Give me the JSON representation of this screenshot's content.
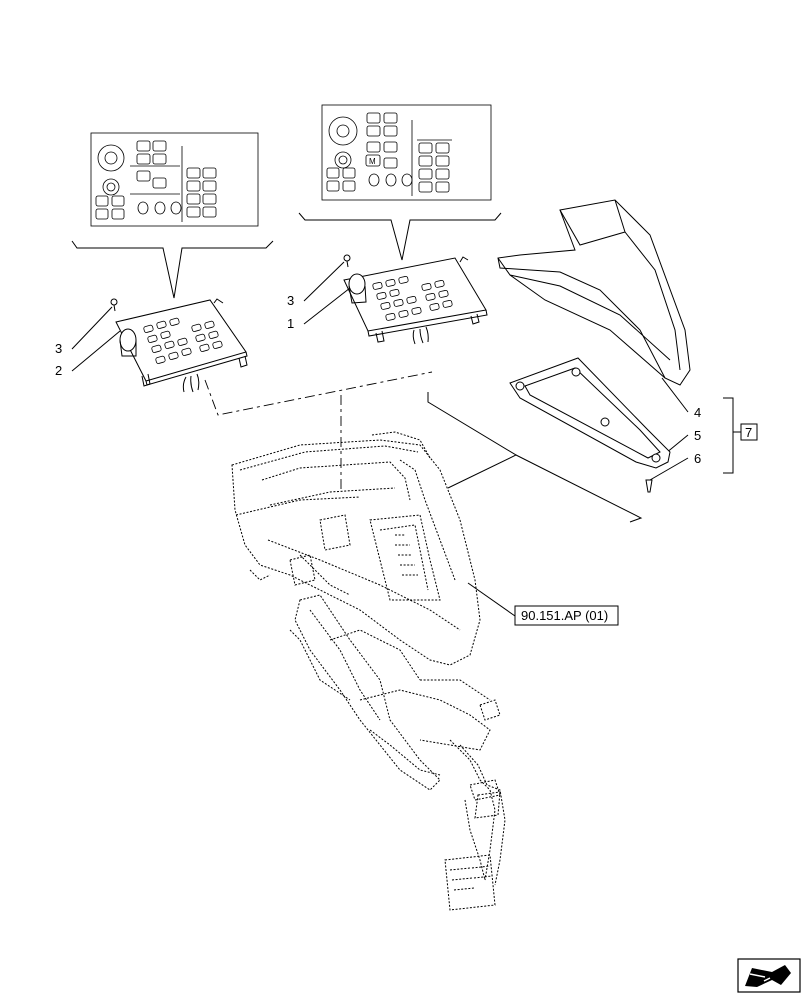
{
  "callouts": {
    "c1": "1",
    "c2": "2",
    "c3_left": "3",
    "c3_right": "3",
    "c4": "4",
    "c5": "5",
    "c6": "6",
    "c7": "7"
  },
  "reference_label": "90.151.AP (01)",
  "icons": {
    "navigation": "book-arrow-icon"
  }
}
